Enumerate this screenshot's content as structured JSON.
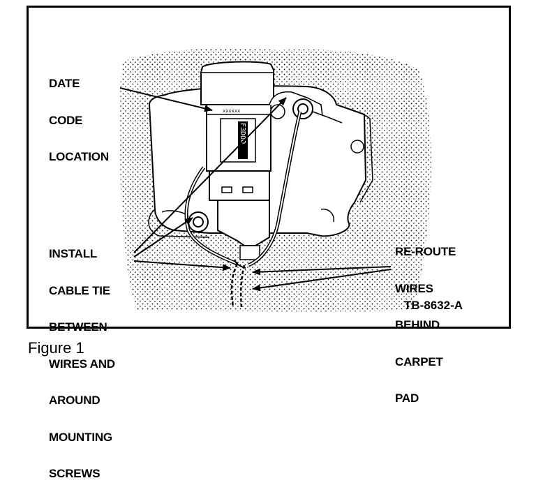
{
  "labels": {
    "date_code": [
      "DATE",
      "CODE",
      "LOCATION"
    ],
    "install": [
      "INSTALL",
      "CABLE TIE",
      "BETWEEN",
      "WIRES AND",
      "AROUND",
      "MOUNTING",
      "SCREWS"
    ],
    "reroute": [
      "RE-ROUTE",
      "WIRES",
      "BEHIND",
      "CARPET",
      "PAD"
    ]
  },
  "component_text": {
    "date_code_mark": "xxxxxx",
    "part_mark": "F3DOO"
  },
  "figure_id": "TB-8632-A",
  "caption": "Figure 1"
}
